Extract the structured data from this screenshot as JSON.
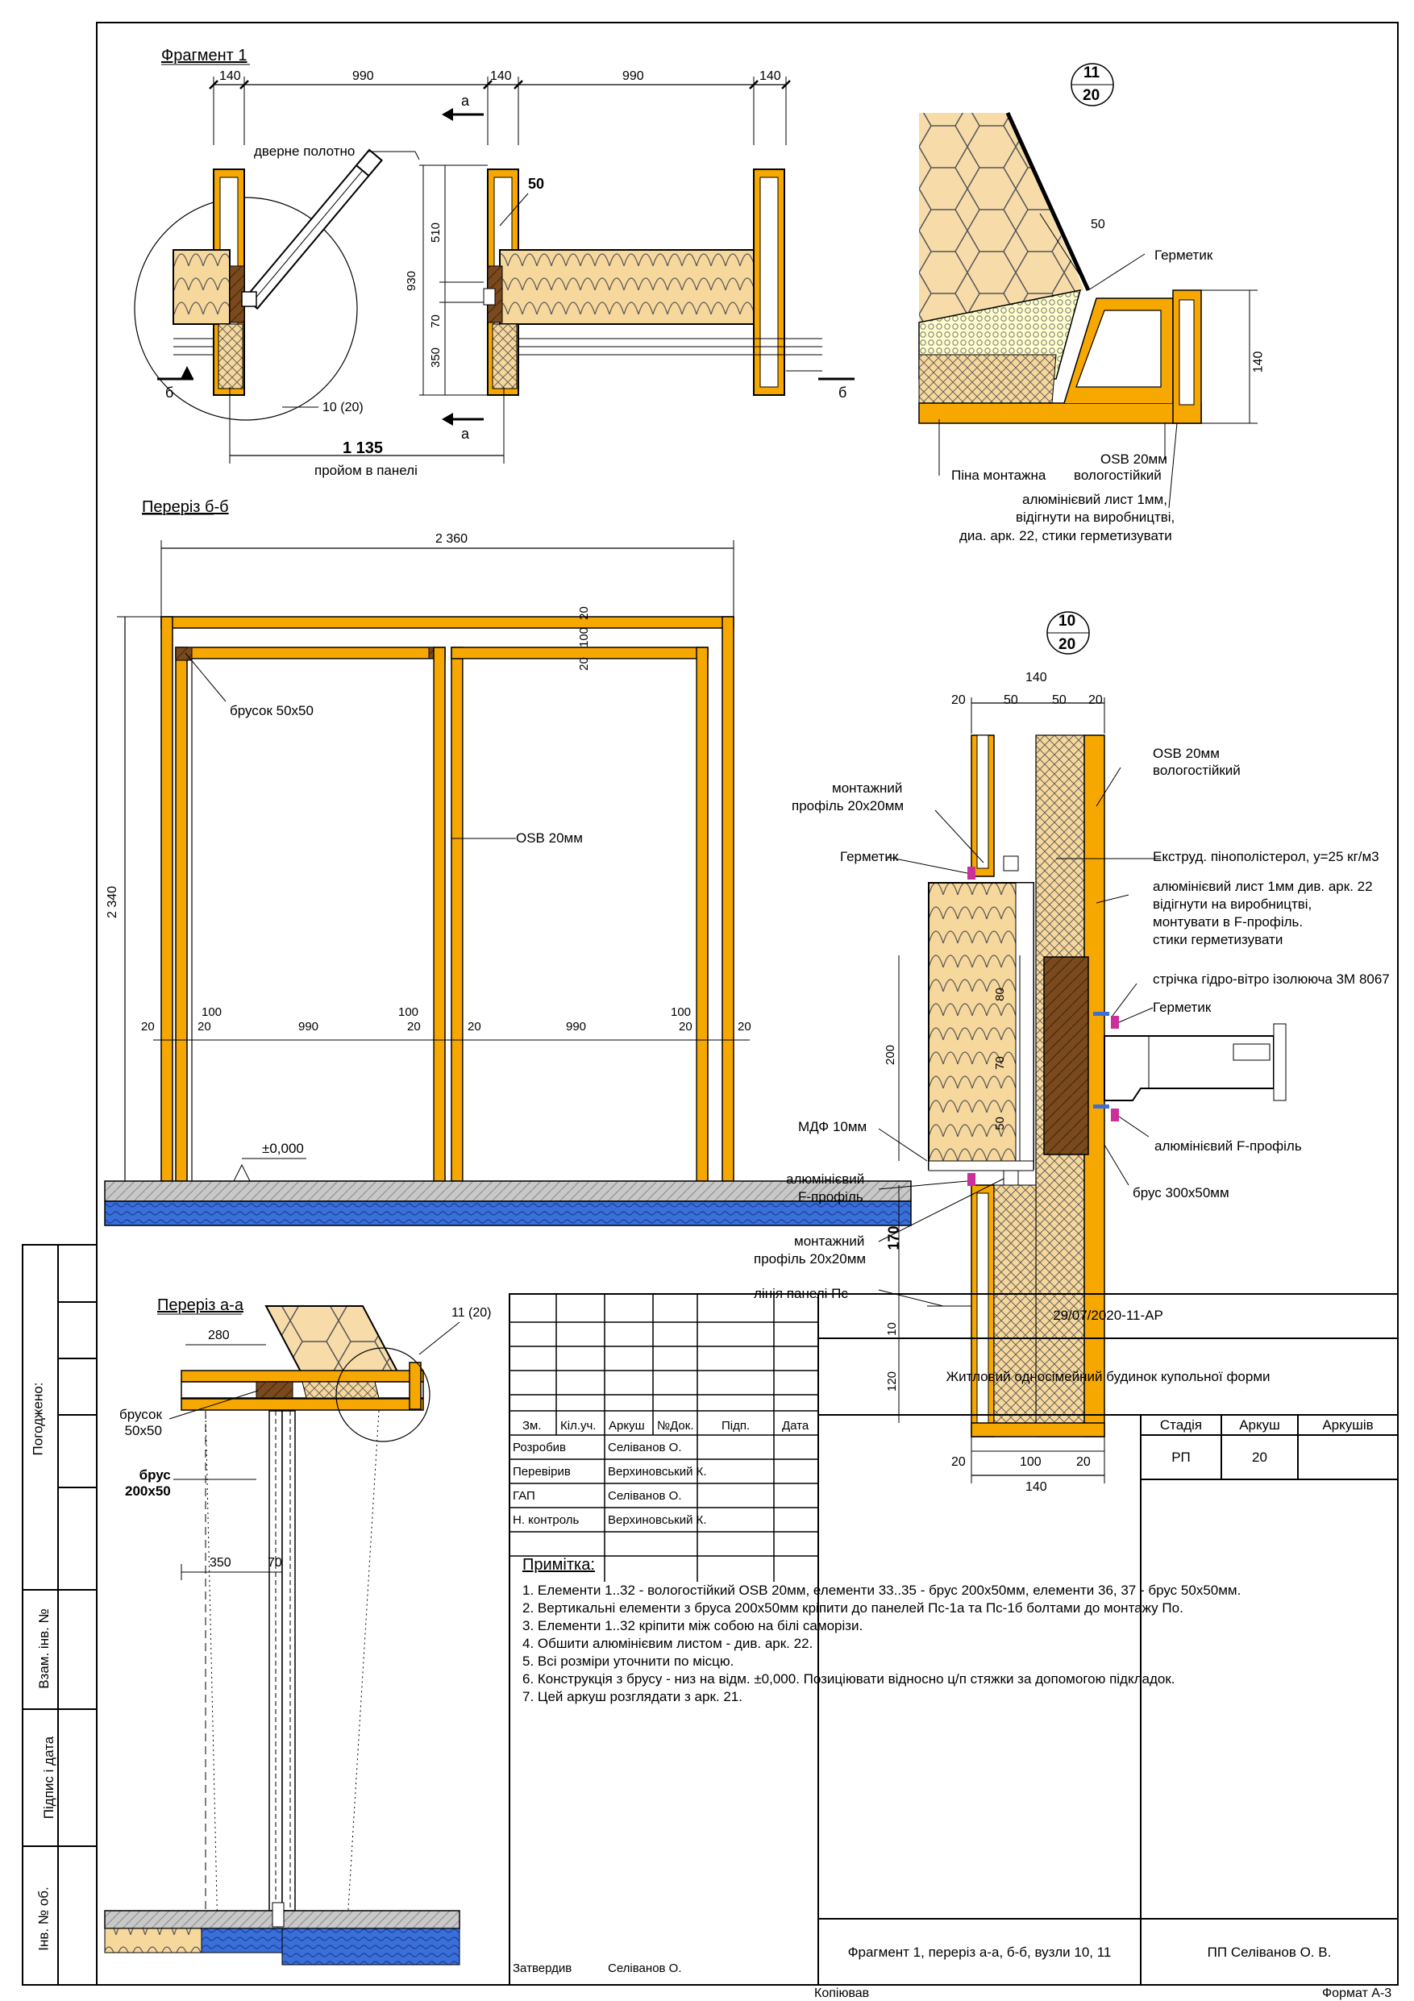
{
  "drawing": {
    "code": "29/07/2020-11-AP",
    "project": "Житловий односімейний будинок купольної форми",
    "sheet_title": "Фрагмент 1, переріз а-а, б-б, вузли 10, 11",
    "company": "ПП Селіванов О. В.",
    "stage_label": "Стадія",
    "sheet_label": "Аркуш",
    "sheets_label": "Аркушів",
    "stage": "РП",
    "sheet": "20",
    "copied": "Копіював",
    "format": "Формат А-3",
    "left_stamp": [
      "Погоджено:",
      "Взам. інв. №",
      "Підпис і дата",
      "Інв. № об."
    ],
    "rev_headers": [
      "Зм.",
      "Кіл.уч.",
      "Аркуш",
      "№Док.",
      "Підп.",
      "Дата"
    ],
    "signatures": [
      {
        "role": "Розробив",
        "name": "Селіванов О."
      },
      {
        "role": "Перевірив",
        "name": "Верхиновський К."
      },
      {
        "role": "ГАП",
        "name": "Селіванов О."
      },
      {
        "role": "Н. контроль",
        "name": "Верхиновський К."
      },
      {
        "role": "",
        "name": ""
      },
      {
        "role": "Затвердив",
        "name": "Селіванов О."
      }
    ]
  },
  "notes": {
    "title": "Примітка:",
    "items": [
      "1. Елементи 1..32 - вологостійкий OSB 20мм, елементи 33..35 - брус 200х50мм, елементи 36, 37 - брус 50х50мм.",
      "2. Вертикальні елементи з бруса 200х50мм кріпити до панелей Пс-1а та Пс-1б болтами до монтажу По.",
      "3. Елементи 1..32 кріпити між собою на білі саморізи.",
      "4. Обшити алюмінієвим листом - див. арк. 22.",
      "5. Всі розміри уточнити по місцю.",
      "6. Конструкція з брусу - низ на відм. ±0,000. Позиціювати відносно ц/п стяжки за допомогою підкладок.",
      "7. Цей аркуш розглядати з арк. 21."
    ]
  },
  "fragment1": {
    "title": "Фрагмент 1",
    "dims_top": [
      "140",
      "990",
      "140",
      "990",
      "140"
    ],
    "door_leaf": "дверне полотно",
    "dims_vert": [
      "510",
      "70",
      "350",
      "930"
    ],
    "dim_50": "50",
    "callout": "10 (20)",
    "opening_dim": "1 135",
    "opening_label": "пройом в панелі",
    "cut_a": "а",
    "cut_b": "б"
  },
  "section_bb": {
    "title": "Переріз б-б",
    "overall_width": "2 360",
    "overall_height": "2 340",
    "top_dims": [
      "20",
      "100",
      "20"
    ],
    "batten": "брусок 50х50",
    "osb": "OSB 20мм",
    "bottom_dims": [
      "20",
      "100",
      "20",
      "990",
      "100",
      "20",
      "20",
      "990",
      "100",
      "20",
      "20"
    ],
    "level": "±0,000"
  },
  "section_aa": {
    "title": "Переріз а-а",
    "dim_280": "280",
    "callout": "11 (20)",
    "batten_label": "брусок\n50х50",
    "beam_label": "брус\n200х50",
    "dim_350": "350",
    "dim_70": "70"
  },
  "node11": {
    "num": "11",
    "sheet": "20",
    "dim_50": "50",
    "sealant": "Герметик",
    "dim_140": "140",
    "osb": "OSB 20мм",
    "osb2": "вологостійкий",
    "foam": "Піна монтажна",
    "alu": [
      "алюмінієвий лист 1мм,",
      "відігнути на виробництві,",
      "диа. арк. 22, стики герметизувати"
    ]
  },
  "node10": {
    "num": "10",
    "sheet": "20",
    "top_total": "140",
    "top_dims": [
      "20",
      "50",
      "50",
      "20"
    ],
    "osb": [
      "OSB 20мм",
      "вологостійкий"
    ],
    "mount_profile": [
      "монтажний",
      "профіль 20х20мм"
    ],
    "sealant": "Герметик",
    "xps": "Екструд. пінополістерол, у=25 кг/м3",
    "alu": [
      "алюмінієвий лист 1мм див. арк. 22",
      "відігнути на виробництві,",
      "монтувати в F-профіль.",
      "стики герметизувати"
    ],
    "tape": "стрічка гідро-вітро ізолююча 3М 8067",
    "sealant2": "Герметик",
    "vert_dims": [
      "80",
      "70",
      "50",
      "200"
    ],
    "mdf": "МДФ 10мм",
    "f_profile": "алюмінієвий F-профіль",
    "beam": "брус 300х50мм",
    "alu_f": [
      "алюмінієвий",
      "F-профіль"
    ],
    "dim_170": "170",
    "mount_profile2": [
      "монтажний",
      "профіль 20х20мм"
    ],
    "panel_line": "лінія панелі Пс",
    "dims_lower": [
      "10",
      "120"
    ],
    "bottom_dims": [
      "20",
      "100",
      "20"
    ],
    "bottom_total": "140"
  }
}
